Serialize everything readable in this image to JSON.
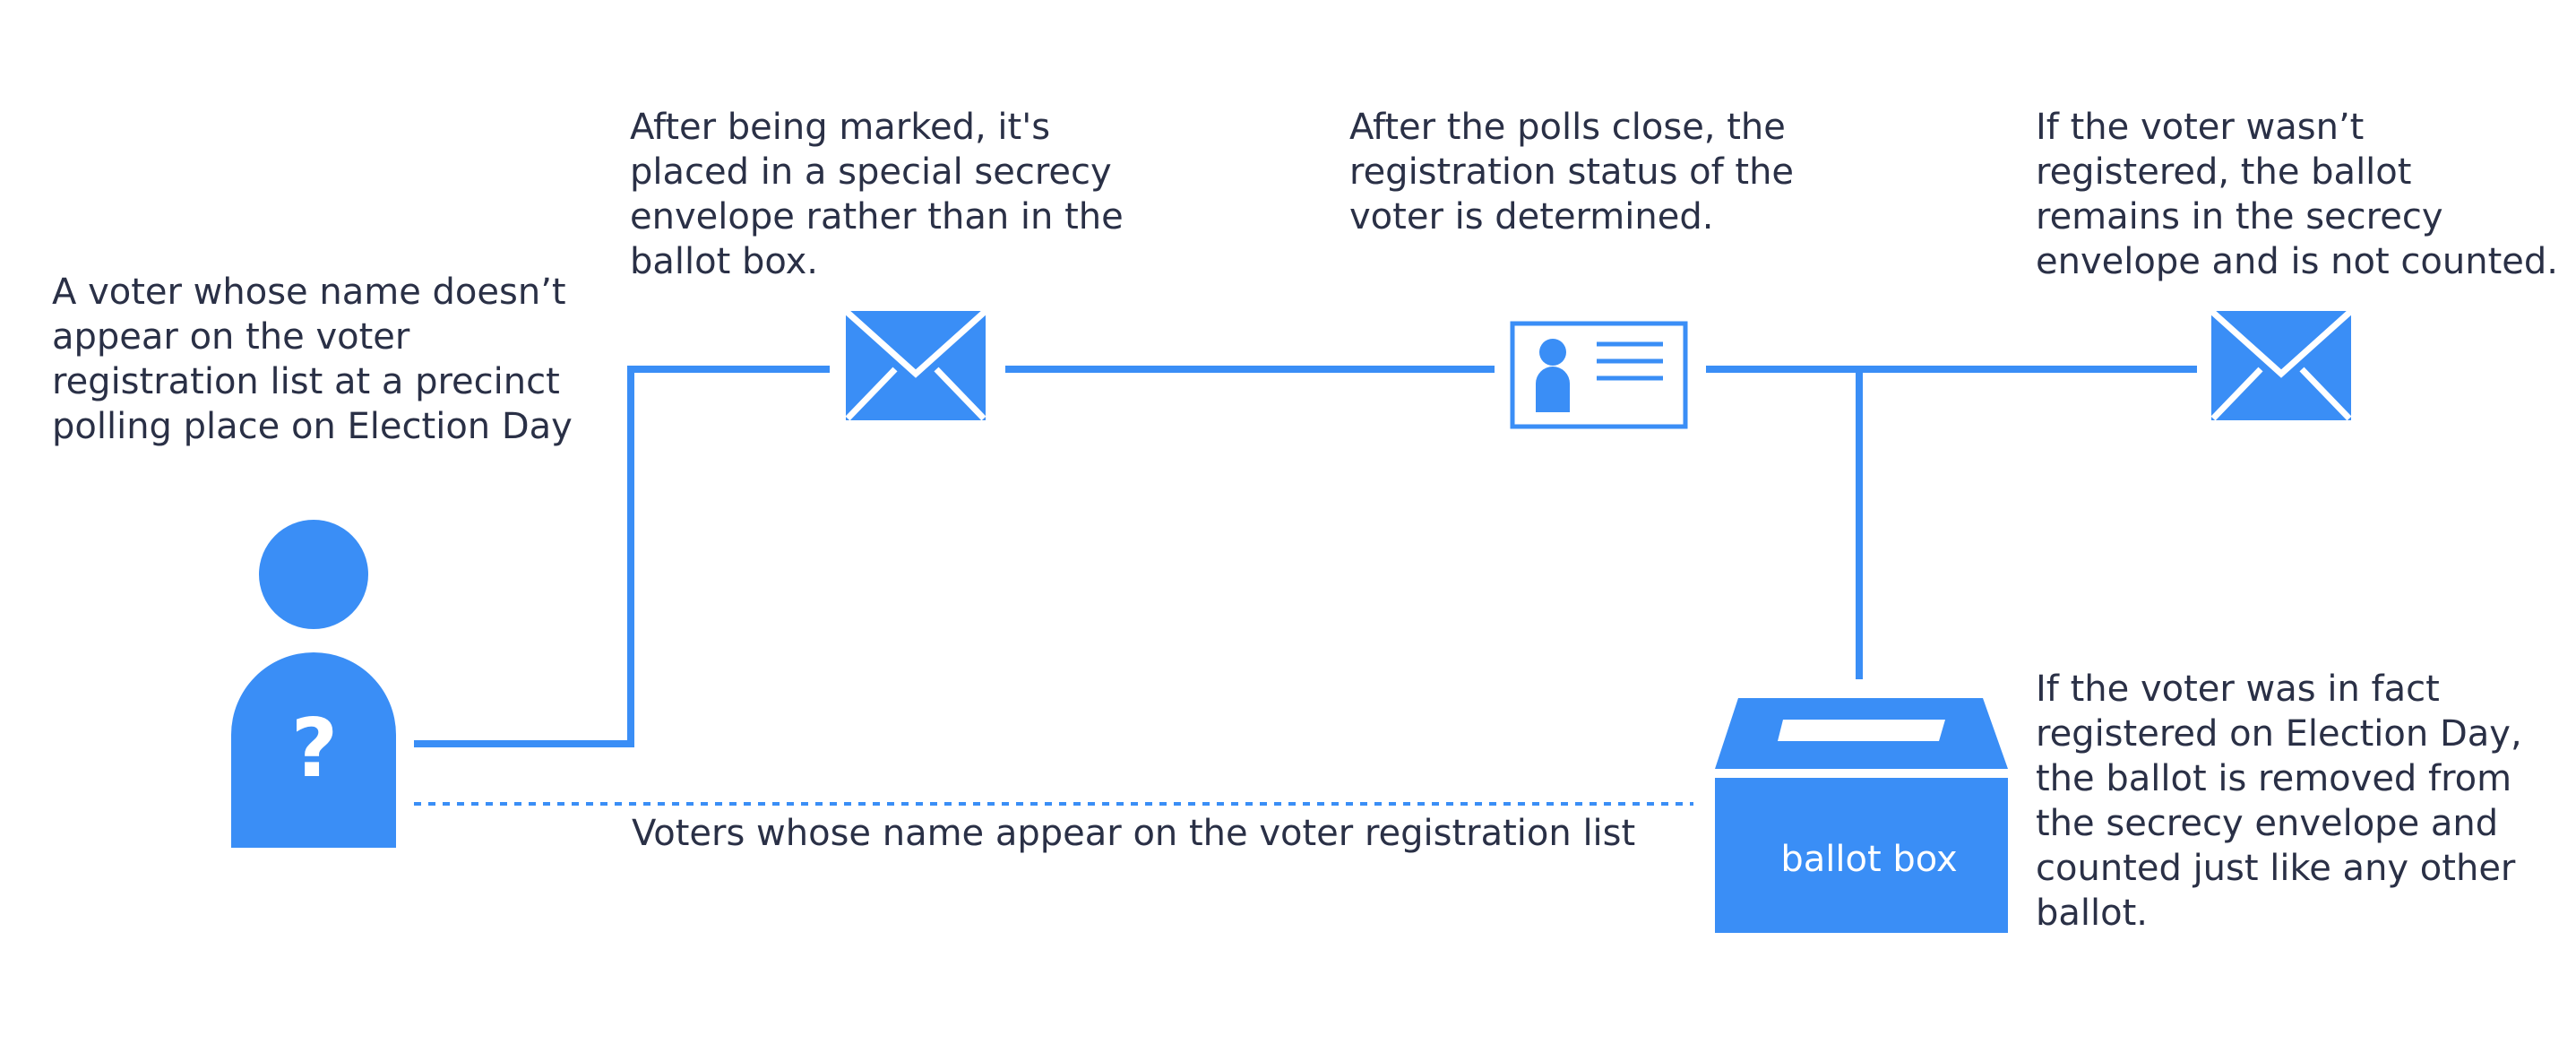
{
  "colors": {
    "accent": "#3a8ef6",
    "text": "#2a3046",
    "background": "#ffffff"
  },
  "steps": {
    "voter": {
      "icon": "voter-question-icon",
      "question_mark": "?",
      "lines": [
        "A voter whose name doesn’t",
        "appear on the voter",
        "registration list at a precinct",
        "polling place on Election Day"
      ]
    },
    "marked": {
      "icon": "envelope-icon",
      "lines": [
        "After being marked, it's",
        "placed in a special secrecy",
        "envelope rather than in the",
        "ballot box."
      ]
    },
    "polls_close": {
      "icon": "id-card-icon",
      "lines": [
        "After the polls close, the",
        "registration status of the",
        "voter is determined."
      ]
    },
    "not_registered": {
      "icon": "envelope-icon",
      "lines": [
        "If the voter wasn’t",
        "registered, the ballot",
        "remains in the secrecy",
        "envelope and is not counted."
      ]
    },
    "registered": {
      "icon": "ballot-box-icon",
      "box_label": "ballot box",
      "lines": [
        "If the voter was in fact",
        "registered on Election Day,",
        "the ballot is removed from",
        "the secrecy envelope and",
        "counted just like any other",
        "ballot."
      ]
    }
  },
  "dotted_path_label": "Voters whose name appear on the voter registration list"
}
